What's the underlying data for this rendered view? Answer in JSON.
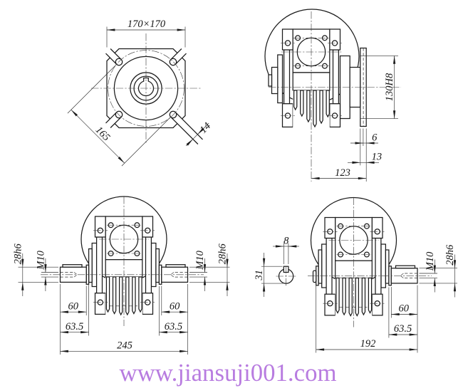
{
  "page": {
    "background": "#ffffff",
    "drawing_line_color": "#1c1c1c"
  },
  "watermark": {
    "text": "www.jiansuji001.com",
    "color": "#b87ce0"
  },
  "views": {
    "front_flange": {
      "dim_flange_size": "170×170",
      "dim_bolt_diagonal": "165",
      "dim_hole_diameter": "14"
    },
    "side": {
      "dim_spigot_diameter": "130H8",
      "dim_spigot_depth": "6",
      "dim_flange_thickness": "13",
      "dim_axis_to_flange": "123"
    },
    "double_shaft": {
      "dim_shaft_dia_left": "28h6",
      "dim_tap_left": "M10",
      "dim_tap_right": "M10",
      "dim_shaft_dia_right": "28h6",
      "dim_shaft_len_left": "60",
      "dim_shaft_len_right": "60",
      "dim_shaft_total_left": "63.5",
      "dim_shaft_total_right": "63.5",
      "dim_overall_width": "245"
    },
    "single_shaft": {
      "dim_key_width": "8",
      "dim_key_height": "31",
      "dim_tap": "M10",
      "dim_shaft_dia": "28h6",
      "dim_shaft_len": "60",
      "dim_shaft_total": "63.5",
      "dim_overall_width": "192"
    }
  }
}
